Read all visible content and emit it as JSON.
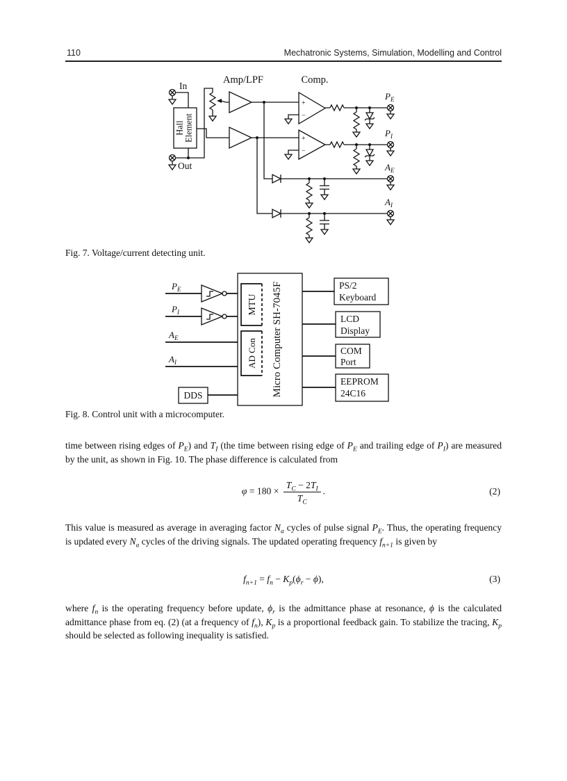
{
  "header": {
    "page_number": "110",
    "running_title": "Mechatronic Systems, Simulation, Modelling and Control"
  },
  "fig7": {
    "caption": "Fig. 7. Voltage/current detecting unit.",
    "labels": {
      "amp": "Amp/LPF",
      "comp": "Comp.",
      "in": "In",
      "out": "Out",
      "hall_line1": "Hall",
      "hall_line2": "Element",
      "pe": {
        "base": "P",
        "sub": "E"
      },
      "pi": {
        "base": "P",
        "sub": "I"
      },
      "ae": {
        "base": "A",
        "sub": "E"
      },
      "ai": {
        "base": "A",
        "sub": "I"
      },
      "plus": "+",
      "minus": "−"
    }
  },
  "fig8": {
    "caption": "Fig. 8. Control unit with a microcomputer.",
    "inputs": {
      "pe": {
        "base": "P",
        "sub": "E"
      },
      "pi": {
        "base": "P",
        "sub": "I"
      },
      "ae": {
        "base": "A",
        "sub": "E"
      },
      "ai": {
        "base": "A",
        "sub": "I"
      }
    },
    "blocks": {
      "mcu": "Micro Computer SH-7045F",
      "mtu": "MTU",
      "adcon": "AD Con",
      "dds": "DDS",
      "keyboard": [
        "PS/2",
        "Keyboard"
      ],
      "lcd": [
        "LCD",
        "Display"
      ],
      "com": [
        "COM",
        "Port"
      ],
      "eeprom": [
        "EEPROM",
        "24C16"
      ]
    }
  },
  "body": {
    "para1": [
      [
        "n",
        "time between rising edges of "
      ],
      [
        "i",
        "P"
      ],
      [
        "s",
        "E"
      ],
      [
        "n",
        ") and "
      ],
      [
        "i",
        "T"
      ],
      [
        "s",
        "I"
      ],
      [
        "n",
        " (the time between rising edge of "
      ],
      [
        "i",
        "P"
      ],
      [
        "s",
        "E"
      ],
      [
        "n",
        " and trailing edge of "
      ],
      [
        "i",
        "P"
      ],
      [
        "s",
        "I"
      ],
      [
        "n",
        ") are measured by the unit, as shown in Fig. 10. The phase difference is calculated from"
      ]
    ],
    "eq2": {
      "lead": [
        [
          "i",
          "φ"
        ],
        [
          "n",
          " = 180 × "
        ]
      ],
      "numerator": [
        [
          "i",
          "T"
        ],
        [
          "s",
          "C"
        ],
        [
          "n",
          " − 2"
        ],
        [
          "i",
          "T"
        ],
        [
          "s",
          "I"
        ]
      ],
      "denominator": [
        [
          "i",
          "T"
        ],
        [
          "s",
          "C"
        ]
      ],
      "period": ".",
      "tag": "(2)"
    },
    "para2": [
      [
        "n",
        "This value is measured as average in averaging factor "
      ],
      [
        "i",
        "N"
      ],
      [
        "s",
        "a"
      ],
      [
        "n",
        " cycles of pulse signal "
      ],
      [
        "i",
        "P"
      ],
      [
        "s",
        "E"
      ],
      [
        "n",
        ". Thus, the operating frequency is updated every "
      ],
      [
        "i",
        "N"
      ],
      [
        "s",
        "a"
      ],
      [
        "n",
        " cycles of the driving signals. The updated operating frequency "
      ],
      [
        "i",
        "f"
      ],
      [
        "s",
        "n+1"
      ],
      [
        "n",
        " is given by"
      ]
    ],
    "eq3": {
      "runs": [
        [
          "i",
          "f"
        ],
        [
          "s",
          "n+1"
        ],
        [
          "n",
          " = "
        ],
        [
          "i",
          "f"
        ],
        [
          "s",
          "n"
        ],
        [
          "n",
          " − "
        ],
        [
          "i",
          "K"
        ],
        [
          "s",
          "p"
        ],
        [
          "n",
          "("
        ],
        [
          "i",
          "ϕ"
        ],
        [
          "s",
          "r"
        ],
        [
          "n",
          " − "
        ],
        [
          "i",
          "ϕ"
        ],
        [
          "n",
          "),"
        ]
      ],
      "tag": "(3)"
    },
    "para3": [
      [
        "n",
        "where "
      ],
      [
        "i",
        "f"
      ],
      [
        "s",
        "n"
      ],
      [
        "n",
        " is the operating frequency before update, "
      ],
      [
        "i",
        "ϕ"
      ],
      [
        "s",
        "r"
      ],
      [
        "n",
        " is the admittance phase at resonance, "
      ],
      [
        "i",
        "ϕ"
      ],
      [
        "n",
        " is the calculated admittance phase from eq. (2) (at a frequency of "
      ],
      [
        "i",
        "f"
      ],
      [
        "s",
        "n"
      ],
      [
        "n",
        "), "
      ],
      [
        "i",
        "K"
      ],
      [
        "s",
        "p"
      ],
      [
        "n",
        " is a proportional feedback gain. To stabilize the tracing, "
      ],
      [
        "i",
        "K"
      ],
      [
        "s",
        "p"
      ],
      [
        "n",
        " should be selected as following inequality is satisfied."
      ]
    ]
  }
}
